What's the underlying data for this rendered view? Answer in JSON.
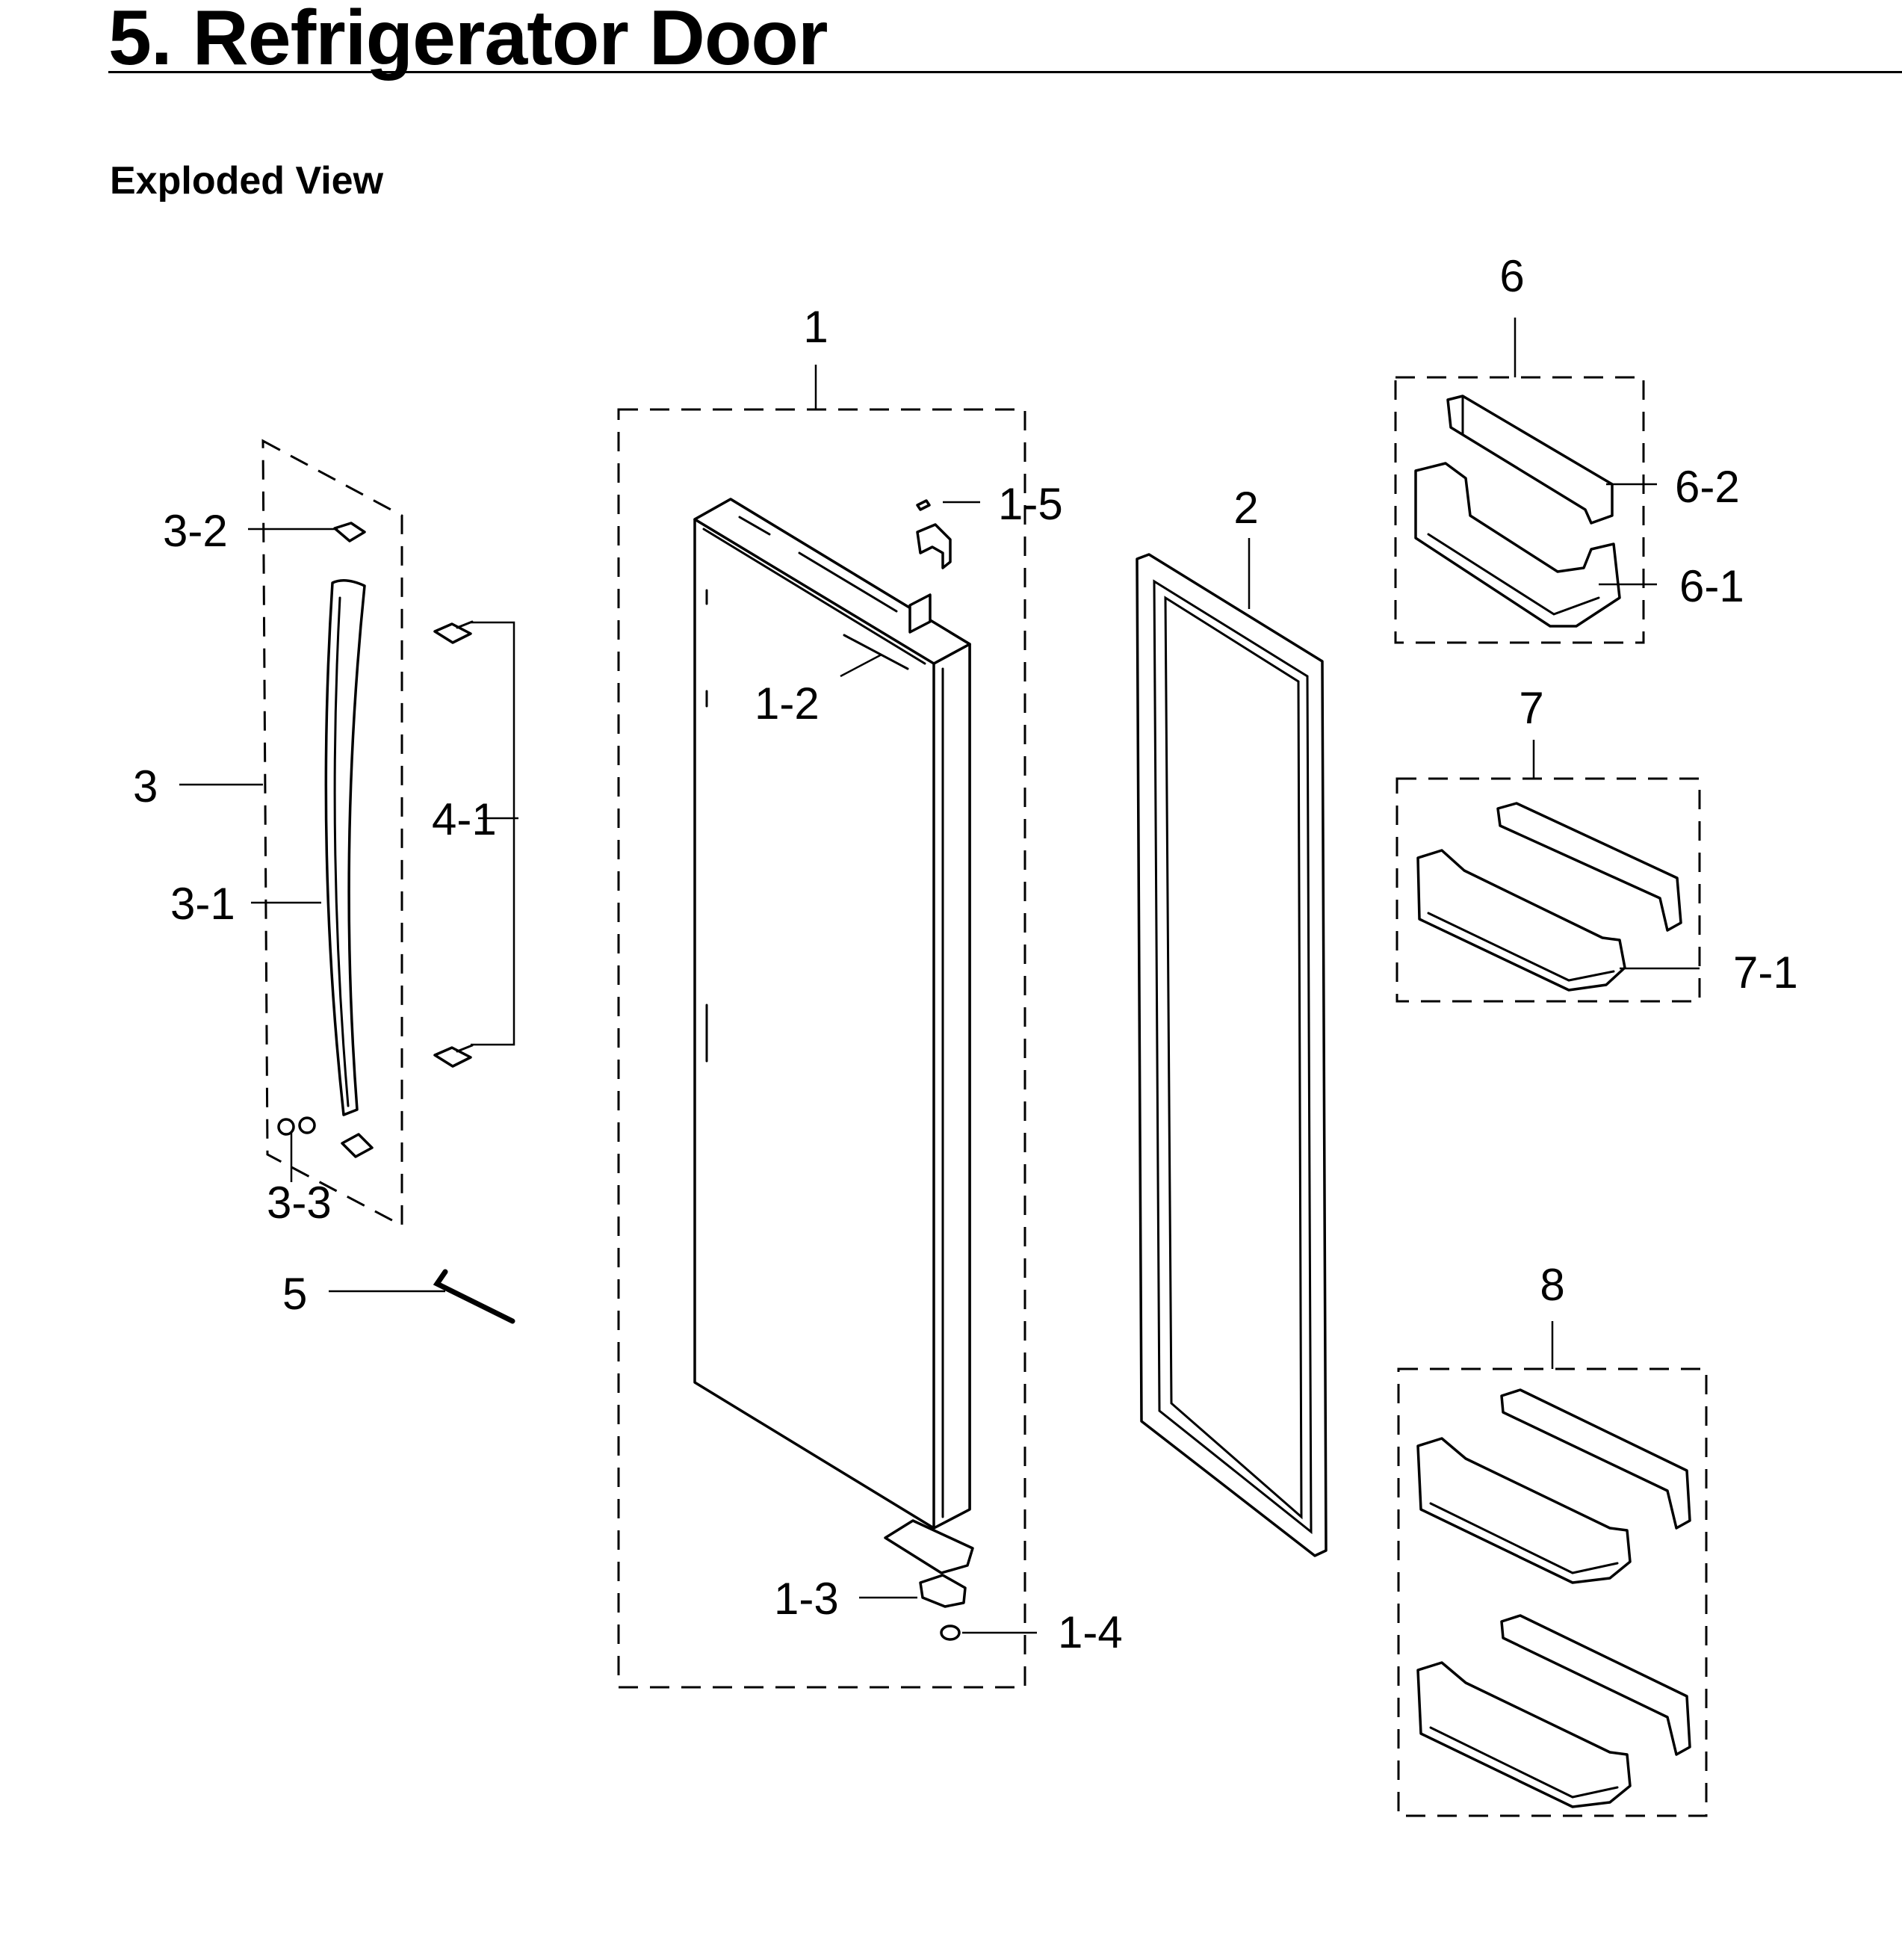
{
  "page_title": "5. Refrigerator Door",
  "section_subtitle": "Exploded View",
  "callouts": {
    "c1": "1",
    "c1_2": "1-2",
    "c1_3": "1-3",
    "c1_4": "1-4",
    "c1_5": "1-5",
    "c2": "2",
    "c3": "3",
    "c3_1": "3-1",
    "c3_2": "3-2",
    "c3_3": "3-3",
    "c4_1": "4-1",
    "c5": "5",
    "c6": "6",
    "c6_1": "6-1",
    "c6_2": "6-2",
    "c7": "7",
    "c7_1": "7-1",
    "c8": "8"
  }
}
